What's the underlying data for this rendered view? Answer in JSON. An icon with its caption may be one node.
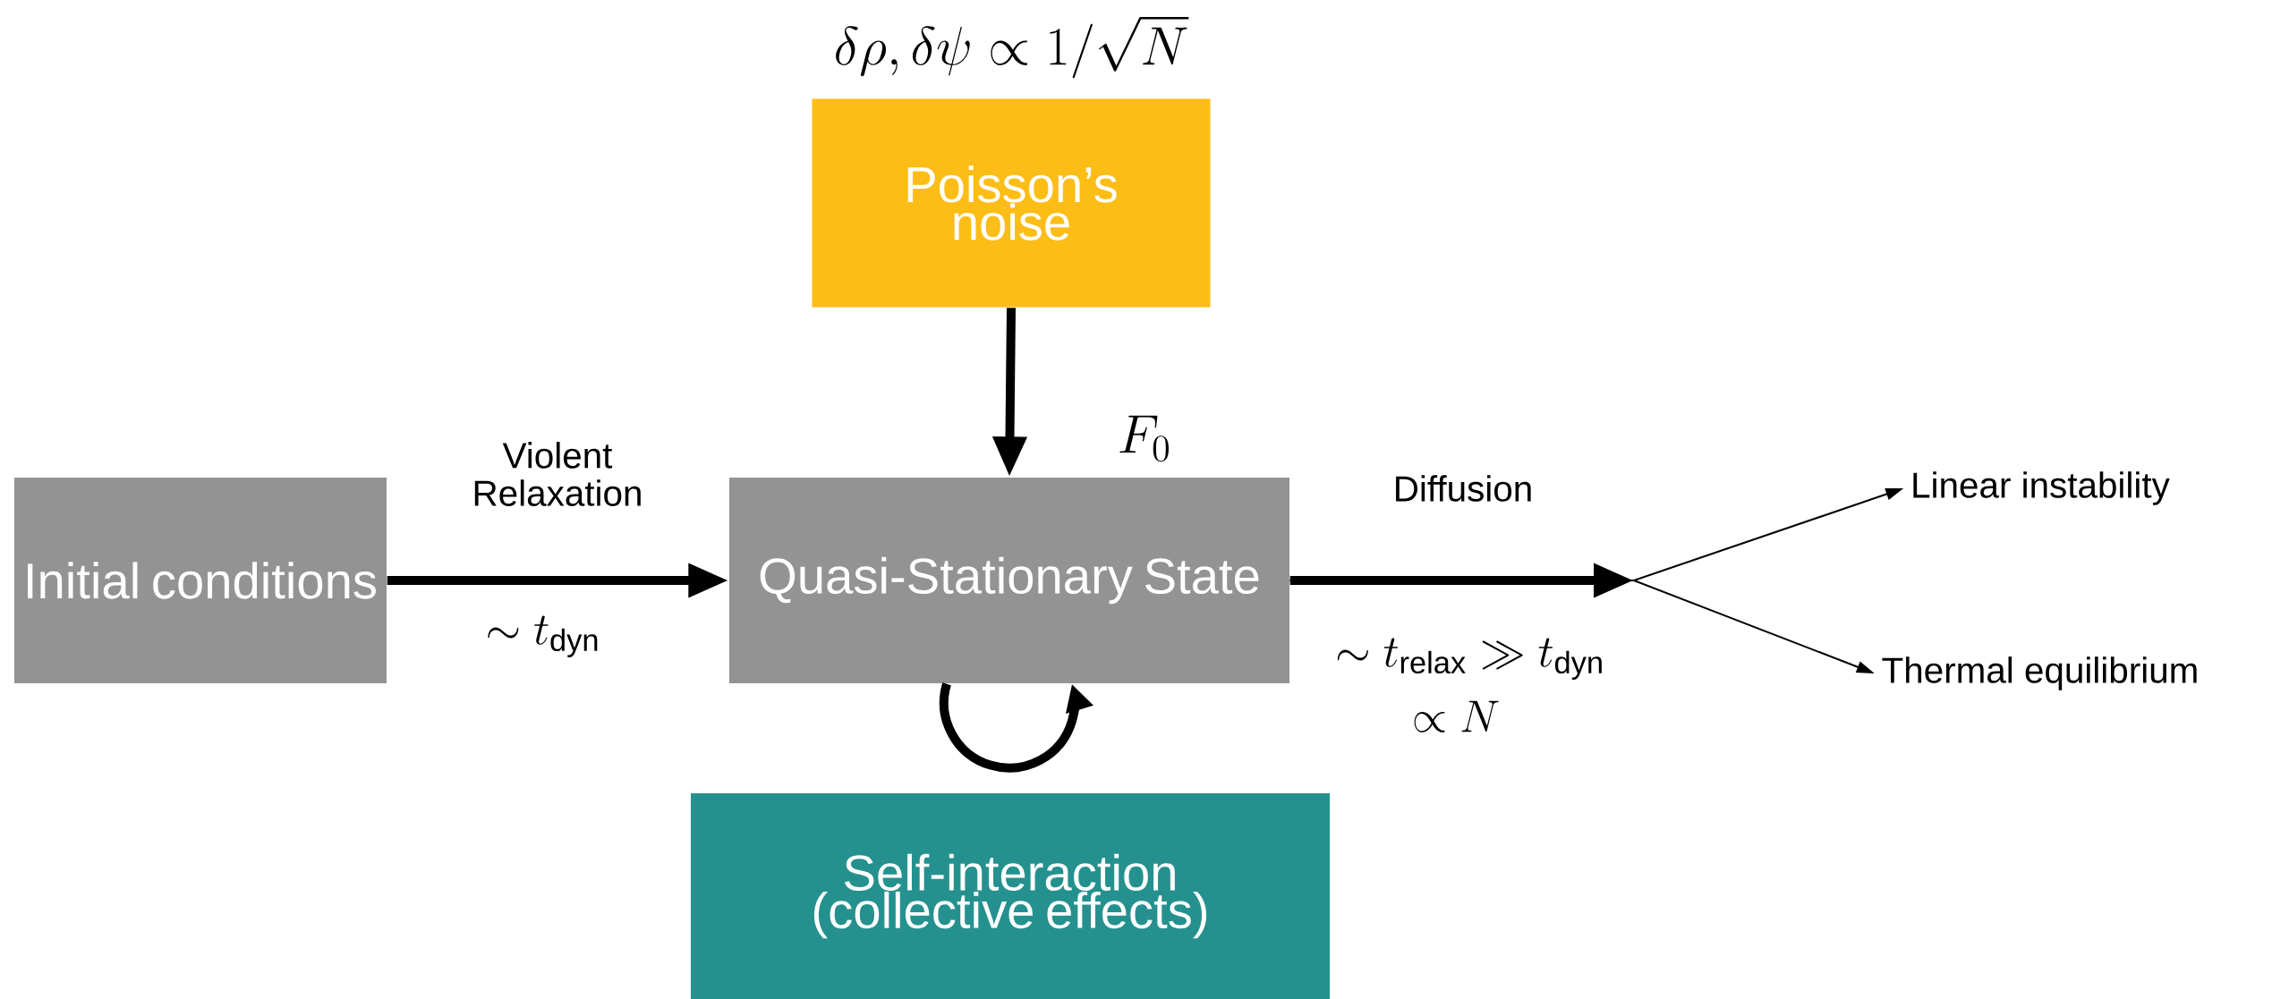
{
  "diagram": {
    "nodes": [
      {
        "text": [
          "Initial conditions"
        ]
      },
      {
        "text": [
          "Poisson’s noise"
        ],
        "beside": [
          "\\delta\\rho, \\delta\\psi \\propto 1/\\sqrt{N}"
        ]
      },
      {
        "text": [
          "Quasi-Stationary State"
        ],
        "beside": [
          "F_0"
        ]
      },
      {
        "text": [
          "Self-interaction (collective effects)"
        ]
      },
      {
        "text": [
          "Linear instability"
        ]
      },
      {
        "text": [
          "Thermal equilibrium"
        ]
      }
    ],
    "edges": [
      {
        "from": 0,
        "to": 2,
        "arrow": "to",
        "label": "Violent Relaxation"
      },
      {
        "from": 1,
        "to": 2,
        "arrow": "to"
      },
      {
        "from": 2,
        "to": 2,
        "arrow": "to"
      },
      {
        "from": 2,
        "to": 4,
        "arrow": "to",
        "label": "Diffusion"
      },
      {
        "from": 2,
        "to": 5,
        "arrow": "to"
      }
    ],
    "labels": [
      "\\sim t_{\\mathrm{dyn}}",
      "\\sim t_{\\mathrm{relax}} \\gg t_{\\mathrm{dyn}}",
      "\\propto N"
    ]
  }
}
